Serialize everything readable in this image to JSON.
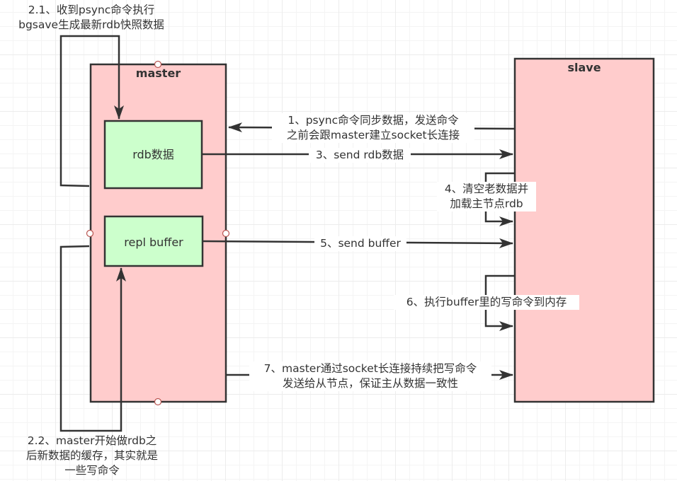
{
  "colors": {
    "node_fill": "#ffcccc",
    "inner_fill": "#ccffcc",
    "stroke": "#333333",
    "connector_dot": "#b85450"
  },
  "nodes": {
    "master": {
      "label": "master"
    },
    "slave": {
      "label": "slave"
    },
    "rdb": {
      "label": "rdb数据"
    },
    "repl_buffer": {
      "label": "repl buffer"
    }
  },
  "edges": {
    "step_2_1": {
      "lines": [
        "2.1、收到psync命令执行",
        "bgsave生成最新rdb快照数据"
      ]
    },
    "step_1": {
      "lines": [
        "1、psync命令同步数据，发送命令",
        "之前会跟master建立socket长连接"
      ]
    },
    "step_3": {
      "lines": [
        "3、send rdb数据"
      ]
    },
    "step_4": {
      "lines": [
        "4、清空老数据并",
        "加载主节点rdb"
      ]
    },
    "step_5": {
      "lines": [
        "5、send buffer"
      ]
    },
    "step_6": {
      "lines": [
        "6、执行buffer里的写命令到内存"
      ]
    },
    "step_7": {
      "lines": [
        "7、master通过socket长连接持续把写命令",
        "发送给从节点，保证主从数据一致性"
      ]
    },
    "step_2_2": {
      "lines": [
        "2.2、master开始做rdb之",
        "后新数据的缓存，其实就是",
        "一些写命令"
      ]
    }
  }
}
